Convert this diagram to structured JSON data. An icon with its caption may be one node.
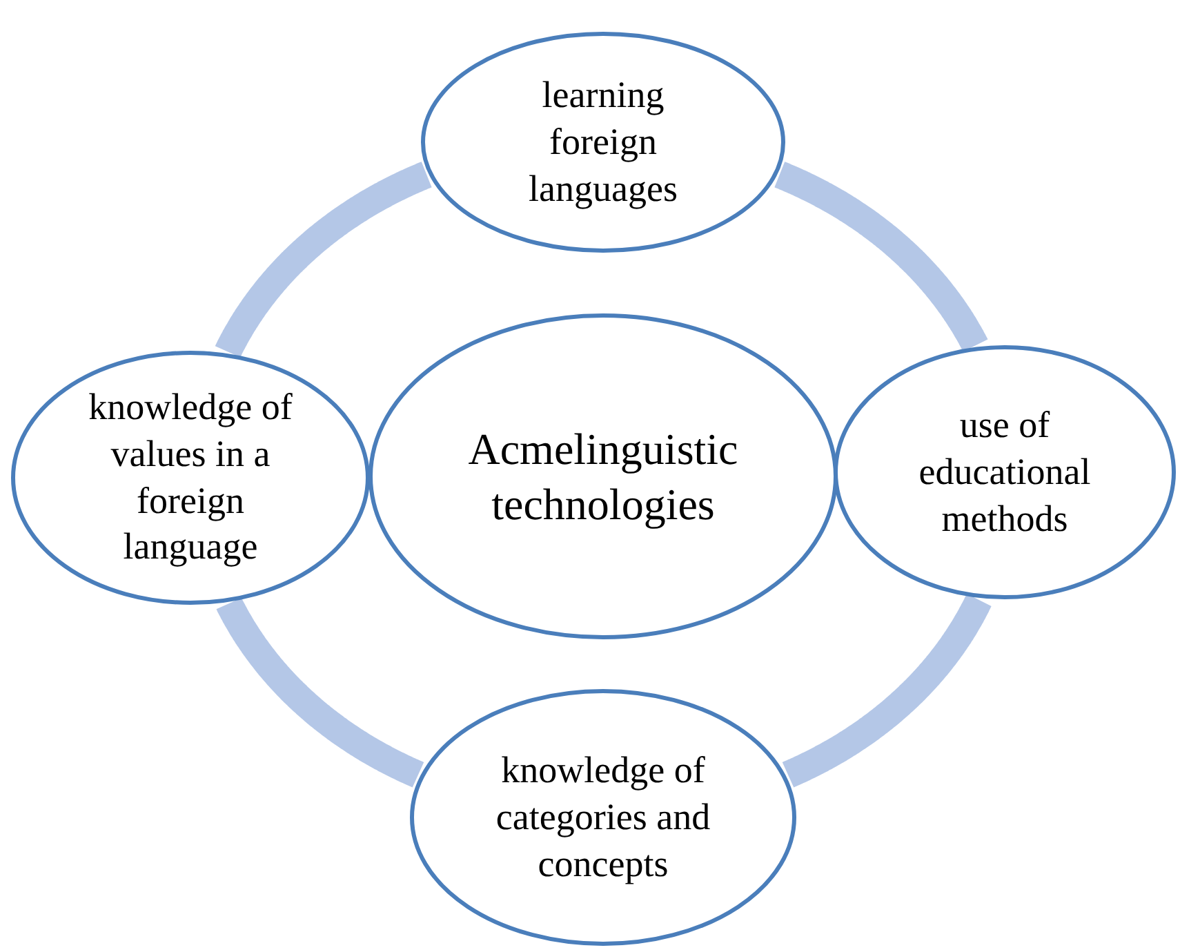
{
  "diagram": {
    "nodes": [
      {
        "text": [
          "learning foreign languages"
        ]
      },
      {
        "text": [
          "knowledge of values in a foreign language"
        ]
      },
      {
        "text": [
          "Acmelinguistic technologies"
        ]
      },
      {
        "text": [
          "use of educational methods"
        ]
      },
      {
        "text": [
          "knowledge of categories and concepts"
        ]
      }
    ],
    "edges": [
      {
        "from": 0,
        "to": 3,
        "arrow": "none"
      },
      {
        "from": 3,
        "to": 4,
        "arrow": "none"
      },
      {
        "from": 4,
        "to": 1,
        "arrow": "none"
      },
      {
        "from": 1,
        "to": 0,
        "arrow": "none"
      }
    ]
  }
}
